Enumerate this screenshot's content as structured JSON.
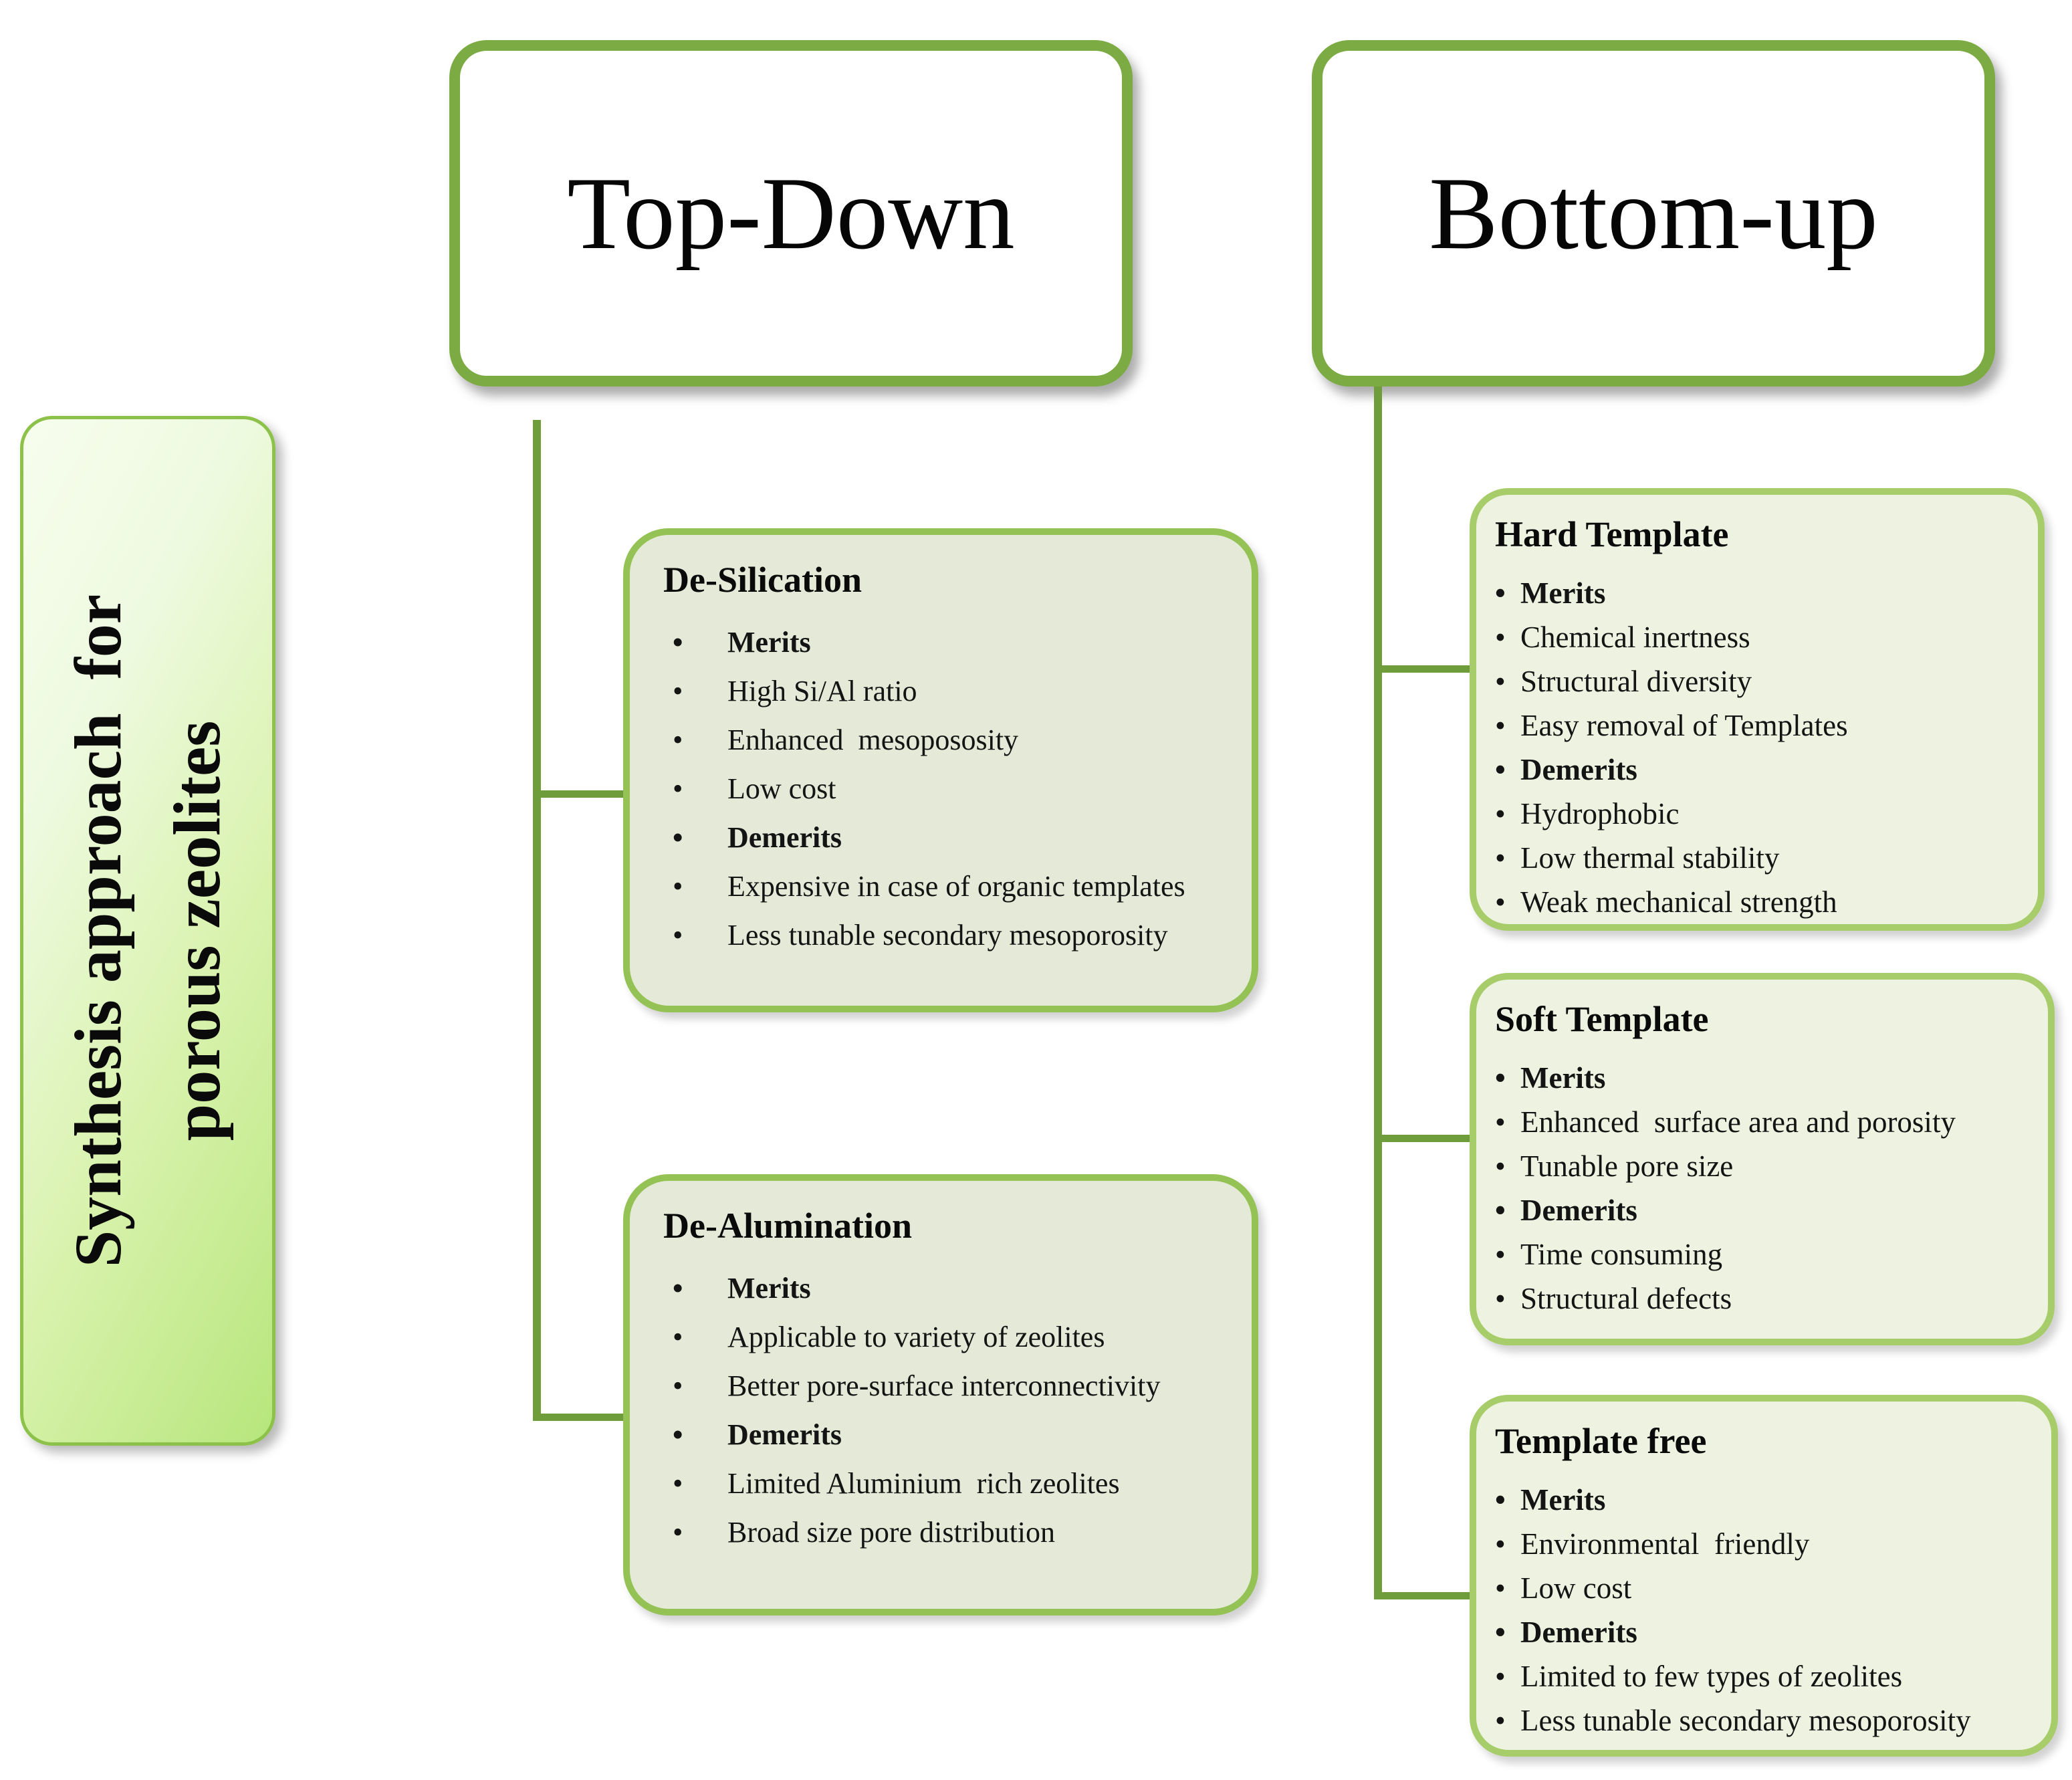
{
  "side_panel": {
    "line1": "Synthesis approach  for",
    "line2": "porous zeolites"
  },
  "headers": {
    "top_down": "Top-Down",
    "bottom_up": "Bottom-up"
  },
  "boxes": {
    "de_silication": {
      "title": "De-Silication",
      "items": [
        "Merits",
        "High Si/Al ratio",
        "Enhanced  mesopososity",
        "Low cost",
        "Demerits",
        "Expensive in case of organic templates",
        "Less tunable secondary mesoporosity"
      ]
    },
    "de_alumination": {
      "title": "De-Alumination",
      "items": [
        "Merits",
        "Applicable to variety of zeolites",
        "Better pore-surface interconnectivity",
        "Demerits",
        "Limited Aluminium  rich zeolites",
        "Broad size pore distribution"
      ]
    },
    "hard_template": {
      "title": "Hard Template",
      "items": [
        "Merits",
        "Chemical inertness",
        "Structural diversity",
        "Easy removal of Templates",
        "Demerits",
        "Hydrophobic",
        "Low thermal stability",
        "Weak mechanical strength"
      ]
    },
    "soft_template": {
      "title": "Soft Template",
      "items": [
        "Merits",
        "Enhanced  surface area and porosity",
        "Tunable pore size",
        "Demerits",
        "Time consuming",
        "Structural defects"
      ]
    },
    "template_free": {
      "title": "Template free",
      "items": [
        "Merits",
        "Environmental  friendly",
        "Low cost",
        "Demerits",
        "Limited to few types of zeolites",
        "Less tunable secondary mesoporosity"
      ]
    }
  },
  "colors": {
    "header_border": "#7cab43",
    "left_child_border": "#94c254",
    "left_child_fill": "#e4ead7",
    "right_child_border": "#a6cd69",
    "right_child_fill": "#edf3e0",
    "side_border": "#8cc24a",
    "side_gradient_start": "#f7fdee",
    "side_gradient_end": "#b7e67c",
    "connector_line": "#6f9d3c",
    "text": "#141414",
    "background": "#ffffff"
  }
}
